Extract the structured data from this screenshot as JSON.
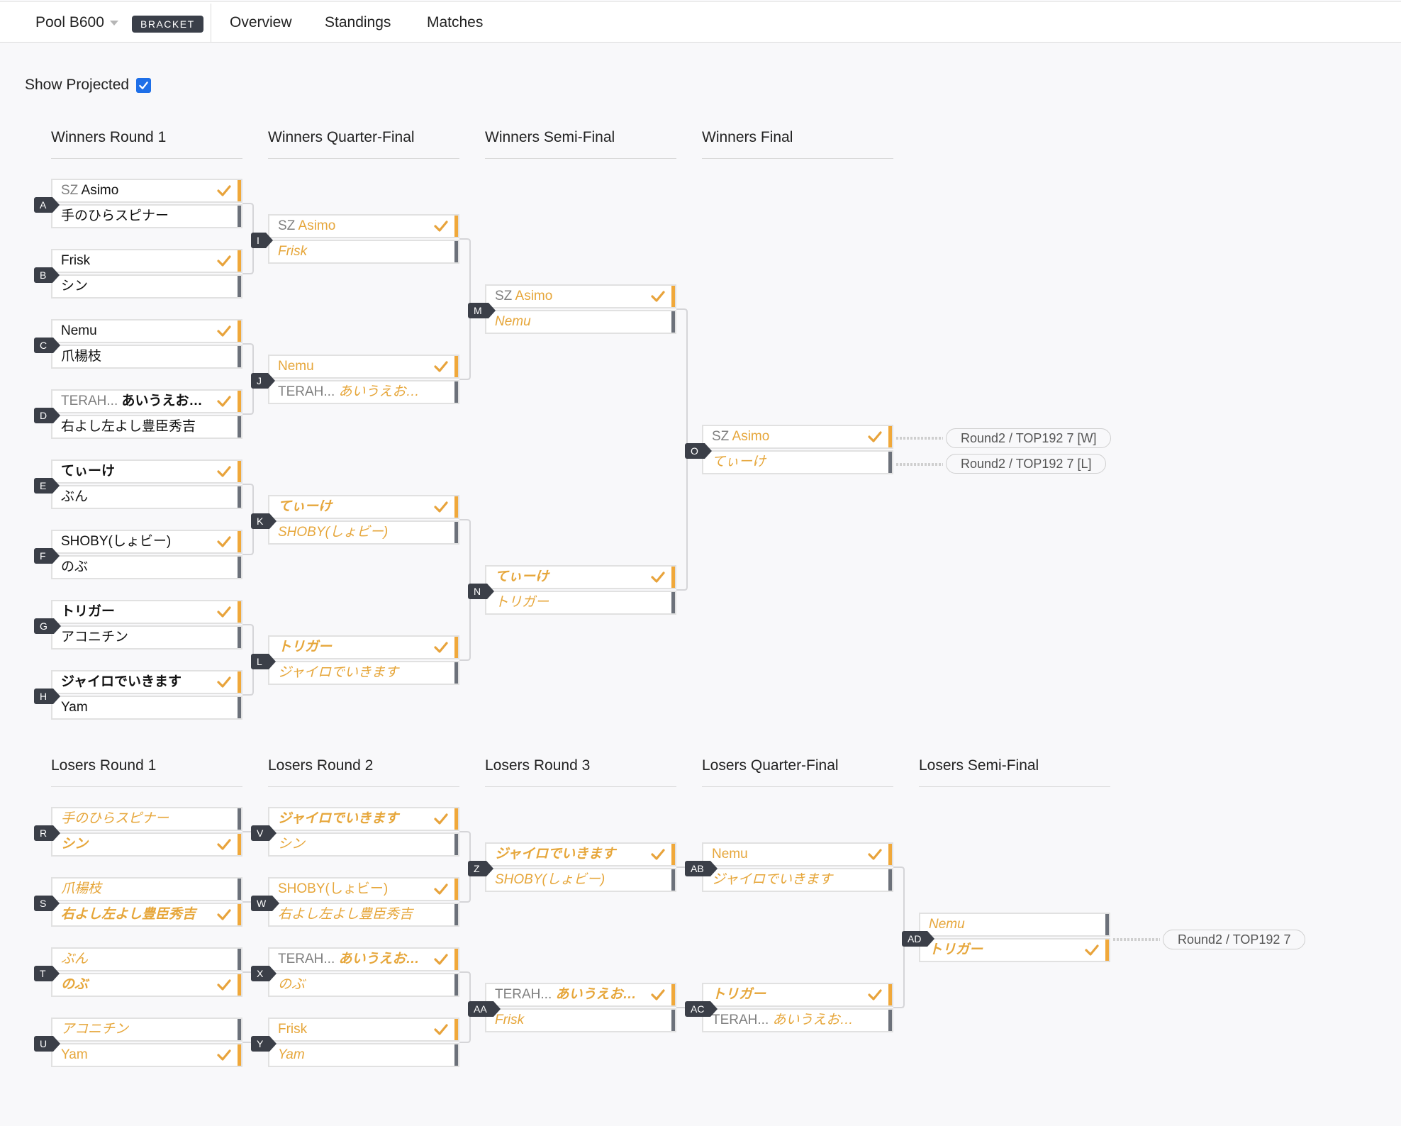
{
  "header": {
    "pool_label": "Pool B600",
    "badge": "BRACKET",
    "tabs": [
      "Overview",
      "Standings",
      "Matches"
    ]
  },
  "show_projected": {
    "label": "Show Projected",
    "checked": true
  },
  "colors": {
    "accent": "#f0a83a",
    "projected_text": "#e6a63a",
    "label_bg": "#3b3f48",
    "checkbox": "#1e6fe8"
  },
  "rounds": {
    "winners": [
      "Winners Round 1",
      "Winners Quarter-Final",
      "Winners Semi-Final",
      "Winners Final"
    ],
    "losers": [
      "Losers Round 1",
      "Losers Round 2",
      "Losers Round 3",
      "Losers Quarter-Final",
      "Losers Semi-Final"
    ]
  },
  "matches": [
    {
      "id": "A",
      "players": [
        {
          "prefix": "SZ",
          "name": "Asimo",
          "style": "normal",
          "win": true
        },
        {
          "name": "手のひらスピナー",
          "style": "normal",
          "win": false
        }
      ]
    },
    {
      "id": "B",
      "players": [
        {
          "name": "Frisk",
          "style": "normal",
          "win": true
        },
        {
          "name": "シン",
          "style": "normal",
          "win": false
        }
      ]
    },
    {
      "id": "C",
      "players": [
        {
          "name": "Nemu",
          "style": "normal",
          "win": true
        },
        {
          "name": "爪楊枝",
          "style": "normal",
          "win": false
        }
      ]
    },
    {
      "id": "D",
      "players": [
        {
          "prefix": "TERAH...",
          "name": "あいうえおかん",
          "style": "bold",
          "win": true
        },
        {
          "name": "右よし左よし豊臣秀吉",
          "style": "normal",
          "win": false
        }
      ]
    },
    {
      "id": "E",
      "players": [
        {
          "name": "てぃーけ",
          "style": "bold",
          "win": true
        },
        {
          "name": "ぶん",
          "style": "normal",
          "win": false
        }
      ]
    },
    {
      "id": "F",
      "players": [
        {
          "name": "SHOBY(しょビー)",
          "style": "normal",
          "win": true
        },
        {
          "name": "のぶ",
          "style": "normal",
          "win": false
        }
      ]
    },
    {
      "id": "G",
      "players": [
        {
          "name": "トリガー",
          "style": "bold",
          "win": true
        },
        {
          "name": "アコニチン",
          "style": "normal",
          "win": false
        }
      ]
    },
    {
      "id": "H",
      "players": [
        {
          "name": "ジャイロでいきます",
          "style": "bold",
          "win": true
        },
        {
          "name": "Yam",
          "style": "normal",
          "win": false
        }
      ]
    },
    {
      "id": "I",
      "players": [
        {
          "prefix": "SZ",
          "name": "Asimo",
          "style": "actual",
          "win": true
        },
        {
          "name": "Frisk",
          "style": "proj",
          "win": false
        }
      ]
    },
    {
      "id": "J",
      "players": [
        {
          "name": "Nemu",
          "style": "actual",
          "win": true
        },
        {
          "prefix": "TERAH...",
          "name": "あいうえおかん",
          "style": "proj",
          "win": false
        }
      ]
    },
    {
      "id": "K",
      "players": [
        {
          "name": "てぃーけ",
          "style": "proj-bold",
          "win": true
        },
        {
          "name": "SHOBY(しょビー)",
          "style": "proj",
          "win": false
        }
      ]
    },
    {
      "id": "L",
      "players": [
        {
          "name": "トリガー",
          "style": "proj-bold",
          "win": true
        },
        {
          "name": "ジャイロでいきます",
          "style": "proj",
          "win": false
        }
      ]
    },
    {
      "id": "M",
      "players": [
        {
          "prefix": "SZ",
          "name": "Asimo",
          "style": "actual",
          "win": true
        },
        {
          "name": "Nemu",
          "style": "proj",
          "win": false
        }
      ]
    },
    {
      "id": "N",
      "players": [
        {
          "name": "てぃーけ",
          "style": "proj-bold",
          "win": true
        },
        {
          "name": "トリガー",
          "style": "proj",
          "win": false
        }
      ]
    },
    {
      "id": "O",
      "players": [
        {
          "prefix": "SZ",
          "name": "Asimo",
          "style": "actual",
          "win": true
        },
        {
          "name": "てぃーけ",
          "style": "proj",
          "win": false
        }
      ]
    },
    {
      "id": "R",
      "players": [
        {
          "name": "手のひらスピナー",
          "style": "proj",
          "win": false
        },
        {
          "name": "シン",
          "style": "proj-bold",
          "win": true
        }
      ]
    },
    {
      "id": "S",
      "players": [
        {
          "name": "爪楊枝",
          "style": "proj",
          "win": false
        },
        {
          "name": "右よし左よし豊臣秀吉",
          "style": "proj-bold",
          "win": true
        }
      ]
    },
    {
      "id": "T",
      "players": [
        {
          "name": "ぶん",
          "style": "proj",
          "win": false
        },
        {
          "name": "のぶ",
          "style": "proj-bold",
          "win": true
        }
      ]
    },
    {
      "id": "U",
      "players": [
        {
          "name": "アコニチン",
          "style": "proj",
          "win": false
        },
        {
          "name": "Yam",
          "style": "actual",
          "win": true
        }
      ]
    },
    {
      "id": "V",
      "players": [
        {
          "name": "ジャイロでいきます",
          "style": "proj-bold",
          "win": true
        },
        {
          "name": "シン",
          "style": "proj",
          "win": false
        }
      ]
    },
    {
      "id": "W",
      "players": [
        {
          "name": "SHOBY(しょビー)",
          "style": "actual",
          "win": true
        },
        {
          "name": "右よし左よし豊臣秀吉",
          "style": "proj",
          "win": false
        }
      ]
    },
    {
      "id": "X",
      "players": [
        {
          "prefix": "TERAH...",
          "name": "あいうえおかん",
          "style": "proj-bold",
          "win": true
        },
        {
          "name": "のぶ",
          "style": "proj",
          "win": false
        }
      ]
    },
    {
      "id": "Y",
      "players": [
        {
          "name": "Frisk",
          "style": "actual",
          "win": true
        },
        {
          "name": "Yam",
          "style": "proj",
          "win": false
        }
      ]
    },
    {
      "id": "Z",
      "players": [
        {
          "name": "ジャイロでいきます",
          "style": "proj-bold",
          "win": true
        },
        {
          "name": "SHOBY(しょビー)",
          "style": "proj",
          "win": false
        }
      ]
    },
    {
      "id": "AA",
      "players": [
        {
          "prefix": "TERAH...",
          "name": "あいうえおかん",
          "style": "proj-bold",
          "win": true
        },
        {
          "name": "Frisk",
          "style": "proj",
          "win": false
        }
      ]
    },
    {
      "id": "AB",
      "players": [
        {
          "name": "Nemu",
          "style": "actual",
          "win": true
        },
        {
          "name": "ジャイロでいきます",
          "style": "proj",
          "win": false
        }
      ]
    },
    {
      "id": "AC",
      "players": [
        {
          "name": "トリガー",
          "style": "proj-bold",
          "win": true
        },
        {
          "prefix": "TERAH...",
          "name": "あいうえおかん",
          "style": "proj",
          "win": false
        }
      ]
    },
    {
      "id": "AD",
      "players": [
        {
          "name": "Nemu",
          "style": "proj",
          "win": false
        },
        {
          "name": "トリガー",
          "style": "proj-bold",
          "win": true
        }
      ]
    }
  ],
  "projections": {
    "winners_final_top": "Round2 / TOP192 7 [W]",
    "winners_final_bottom": "Round2 / TOP192 7 [L]",
    "losers_semi": "Round2 / TOP192 7"
  }
}
